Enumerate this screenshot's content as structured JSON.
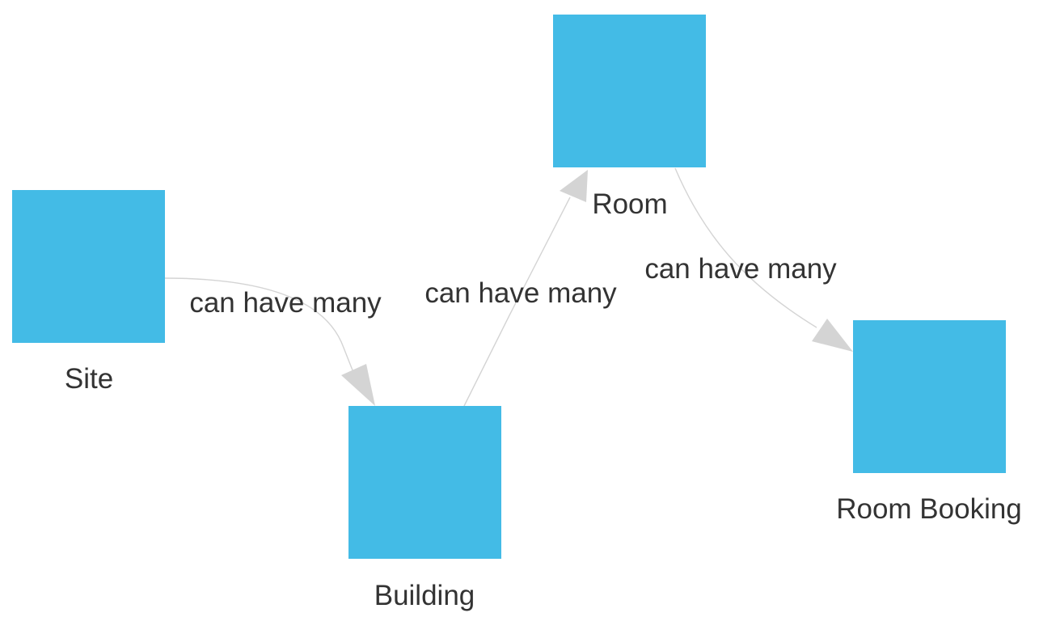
{
  "diagram": {
    "node_color": "#43bbe6",
    "edge_color": "#d4d4d4",
    "text_color": "#333333",
    "nodes": [
      {
        "id": "site",
        "label": "Site"
      },
      {
        "id": "building",
        "label": "Building"
      },
      {
        "id": "room",
        "label": "Room"
      },
      {
        "id": "room_booking",
        "label": "Room Booking"
      }
    ],
    "edges": [
      {
        "from": "site",
        "to": "building",
        "label": "can have many"
      },
      {
        "from": "building",
        "label": "can have many",
        "to": "room"
      },
      {
        "from": "room",
        "to": "room_booking",
        "label": "can have many"
      }
    ]
  }
}
